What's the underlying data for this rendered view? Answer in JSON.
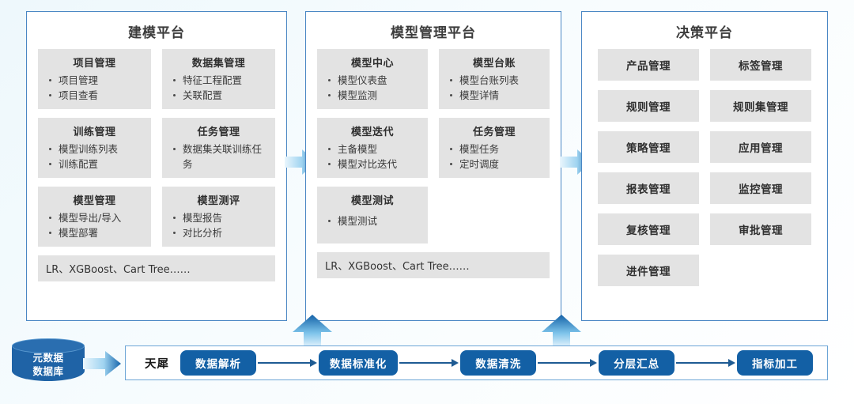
{
  "colors": {
    "panel_border": "#4a87c4",
    "module_bg": "#e3e3e3",
    "pipeline_step_bg": "#1360a5",
    "db_blue": "#1f63a6",
    "arrow_dark": "#1562a6",
    "arrow_light": "#cfe8f7",
    "page_bg": "#f4fbfe"
  },
  "panels": [
    {
      "id": "modeling",
      "title": "建模平台",
      "modules": [
        {
          "title": "项目管理",
          "items": [
            "项目管理",
            "项目查看"
          ]
        },
        {
          "title": "数据集管理",
          "items": [
            "特征工程配置",
            "关联配置"
          ]
        },
        {
          "title": "训练管理",
          "items": [
            "模型训练列表",
            "训练配置"
          ]
        },
        {
          "title": "任务管理",
          "items": [
            "数据集关联训练任务"
          ]
        },
        {
          "title": "模型管理",
          "items": [
            "模型导出/导入",
            "模型部署"
          ]
        },
        {
          "title": "模型测评",
          "items": [
            "模型报告",
            "对比分析"
          ]
        }
      ],
      "algorithms": "LR、XGBoost、Cart Tree……"
    },
    {
      "id": "model-management",
      "title": "模型管理平台",
      "modules": [
        {
          "title": "模型中心",
          "items": [
            "模型仪表盘",
            "模型监测"
          ]
        },
        {
          "title": "模型台账",
          "items": [
            "模型台账列表",
            "模型详情"
          ]
        },
        {
          "title": "模型迭代",
          "items": [
            "主备模型",
            "模型对比迭代"
          ]
        },
        {
          "title": "任务管理",
          "items": [
            "模型任务",
            "定时调度"
          ]
        },
        {
          "title": "模型测试",
          "items": [
            "模型测试"
          ]
        }
      ],
      "algorithms": "LR、XGBoost、Cart Tree……"
    },
    {
      "id": "decision",
      "title": "决策平台",
      "buttons": [
        "产品管理",
        "标签管理",
        "规则管理",
        "规则集管理",
        "策略管理",
        "应用管理",
        "报表管理",
        "监控管理",
        "复核管理",
        "审批管理",
        "进件管理"
      ]
    }
  ],
  "pipeline": {
    "database_label_line1": "元数据",
    "database_label_line2": "数据库",
    "platform_label": "天犀",
    "steps": [
      "数据解析",
      "数据标准化",
      "数据清洗",
      "分层汇总",
      "指标加工"
    ]
  },
  "connectors": {
    "modeling_to_management": "arrow-right",
    "management_to_decision": "arrow-right",
    "db_to_pipeline": "arrow-right",
    "pipeline_to_modeling": "arrow-up",
    "pipeline_to_management": "arrow-up"
  }
}
